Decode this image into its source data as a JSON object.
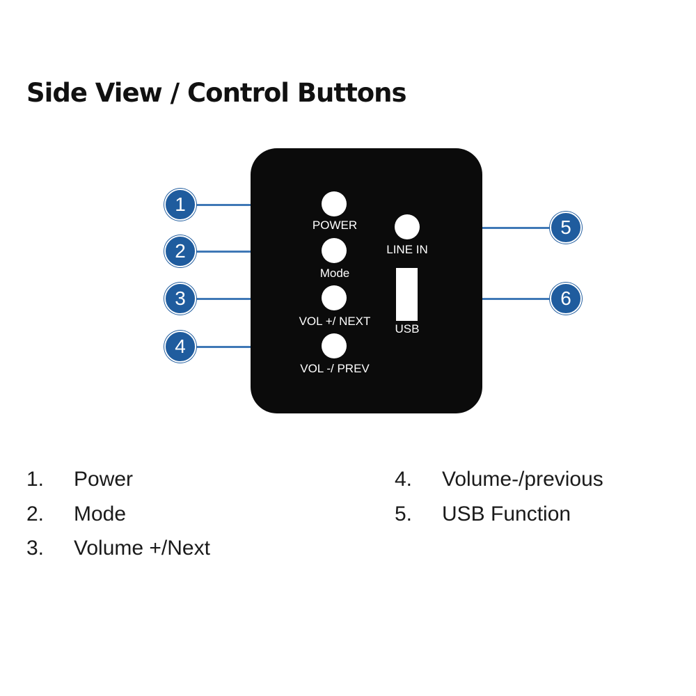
{
  "title": "Side View / Control Buttons",
  "panel": {
    "labels": {
      "power": "POWER",
      "mode": "Mode",
      "vol_next": "VOL +/ NEXT",
      "vol_prev": "VOL -/ PREV",
      "line_in": "LINE IN",
      "usb": "USB"
    },
    "callouts": [
      "1",
      "2",
      "3",
      "4",
      "5",
      "6"
    ]
  },
  "legend": [
    {
      "num": "1.",
      "text": "Power"
    },
    {
      "num": "2.",
      "text": "Mode"
    },
    {
      "num": "3.",
      "text": "Volume +/Next"
    },
    {
      "num": "4.",
      "text": "Volume-/previous"
    },
    {
      "num": "5.",
      "text": "USB Function"
    }
  ],
  "colors": {
    "panel": "#0b0b0b",
    "callout": "#1f5c9e",
    "leader": "#3f78b6"
  }
}
